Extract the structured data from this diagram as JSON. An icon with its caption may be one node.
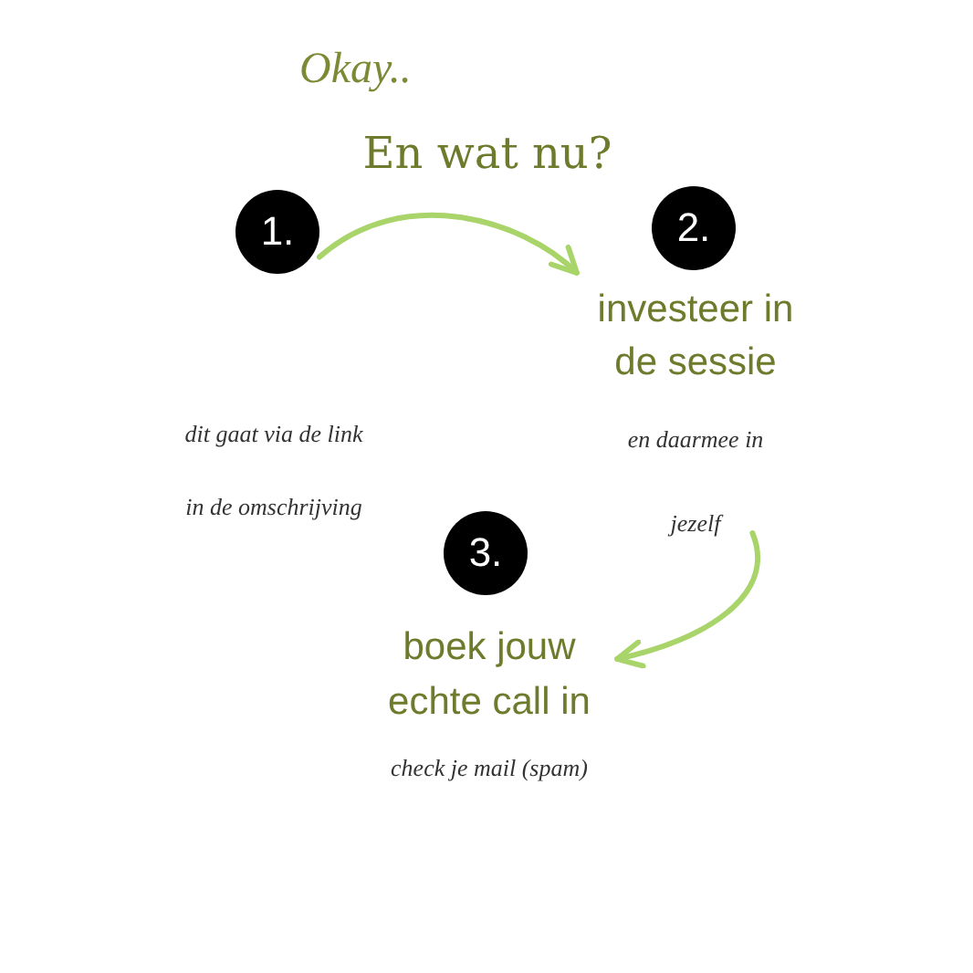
{
  "diagram": {
    "title": "En wat nu?",
    "nodes": [
      {
        "text": [
          "1."
        ]
      },
      {
        "text": [
          "2.",
          "investeer in de sessie",
          "en daarmee in jezelf"
        ]
      },
      {
        "text": [
          "3.",
          "boek jouw echte call in",
          "check je mail (spam)"
        ]
      }
    ],
    "edges": [
      {
        "from": 0,
        "to": 1,
        "arrow": "to"
      },
      {
        "from": 1,
        "to": 2,
        "arrow": "to"
      }
    ],
    "labels": [
      "Okay..",
      "dit gaat via de link in de omschrijving"
    ]
  }
}
